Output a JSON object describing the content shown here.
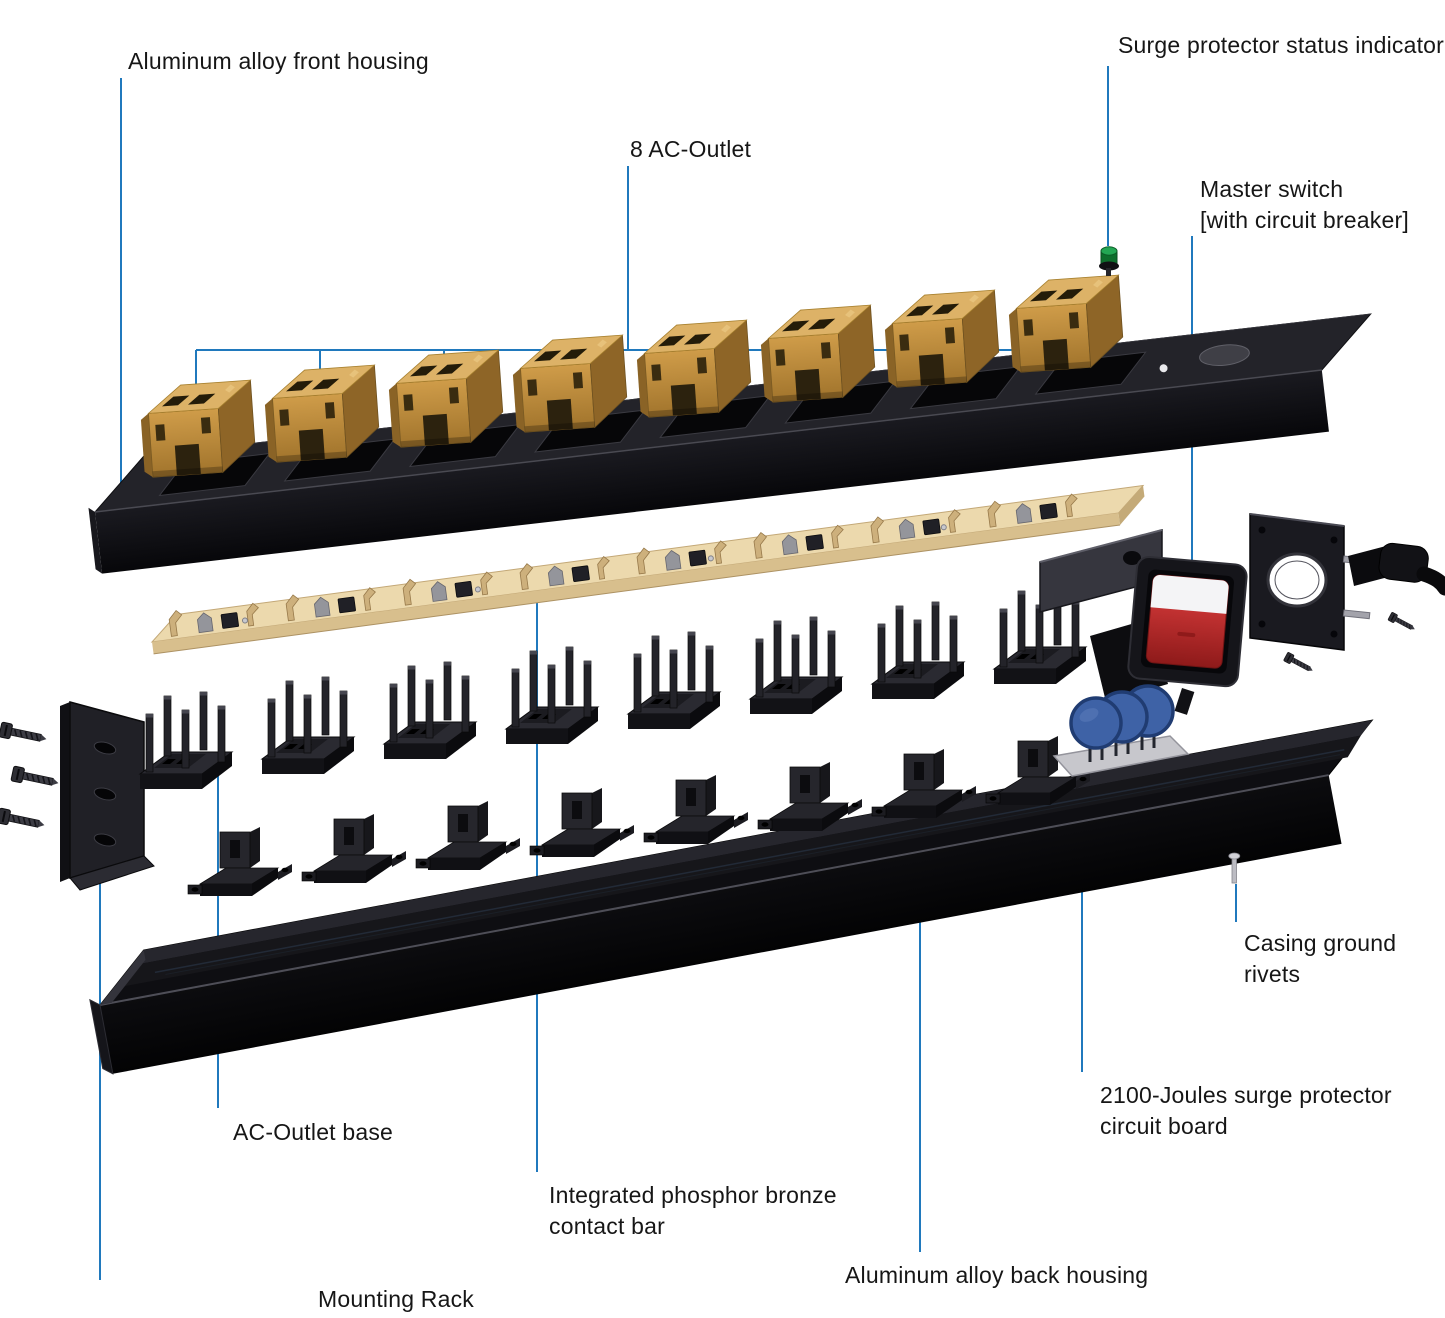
{
  "labels": {
    "front_housing": "Aluminum alloy front housing",
    "ac_outlet": "8 AC-Outlet",
    "status_indicator": "Surge protector status indicator",
    "master_switch": "Master switch\n[with circuit breaker]",
    "casing_rivets": "Casing ground\nrivets",
    "surge_board": "2100-Joules surge protector\ncircuit board",
    "back_housing": "Aluminum alloy back housing",
    "contact_bar": "Integrated phosphor bronze\ncontact bar",
    "outlet_base": "AC-Outlet base",
    "mounting_rack": "Mounting Rack"
  },
  "colors": {
    "leader_line": "#2079bd",
    "label_text": "#161616",
    "housing_black": "#0c0c0e",
    "outlet_gold": "#c9973f",
    "contact_bronze": "#ecd9ad",
    "varistor_blue": "#3e62a6",
    "switch_red": "#c62a2a",
    "led_green": "#23a653"
  }
}
